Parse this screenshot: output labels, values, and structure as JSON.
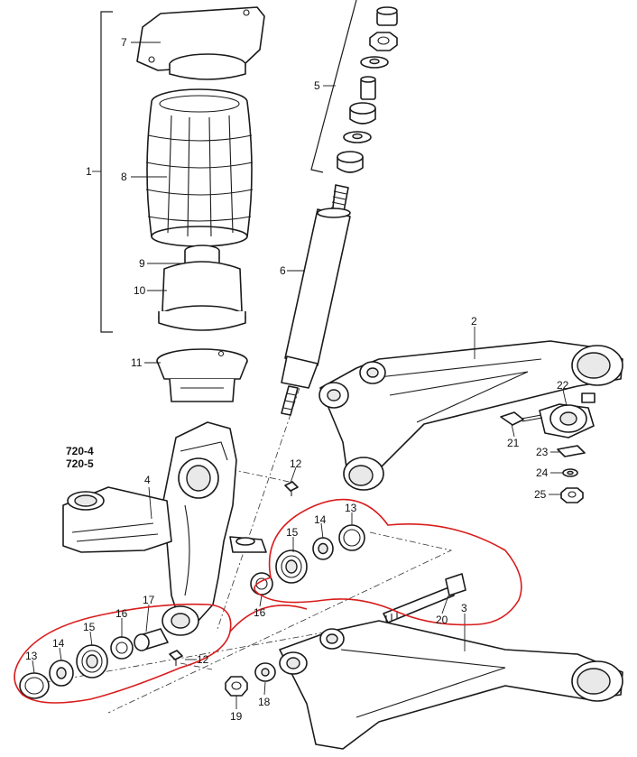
{
  "colors": {
    "line": "#1a1a1a",
    "highlight": "#d91c1c",
    "paper": "#ffffff"
  },
  "reference": {
    "line1": "720-4",
    "line2": "720-5"
  },
  "callouts": {
    "c1": "1",
    "c2": "2",
    "c3": "3",
    "c4": "4",
    "c5": "5",
    "c6": "6",
    "c7": "7",
    "c8": "8",
    "c9": "9",
    "c10": "10",
    "c11": "11",
    "c12a": "12",
    "c12b": "12",
    "c13a": "13",
    "c13b": "13",
    "c14a": "14",
    "c14b": "14",
    "c15a": "15",
    "c15b": "15",
    "c16a": "16",
    "c16b": "16",
    "c17": "17",
    "c18": "18",
    "c19": "19",
    "c20": "20",
    "c21": "21",
    "c22": "22",
    "c23": "23",
    "c24": "24",
    "c25": "25"
  }
}
